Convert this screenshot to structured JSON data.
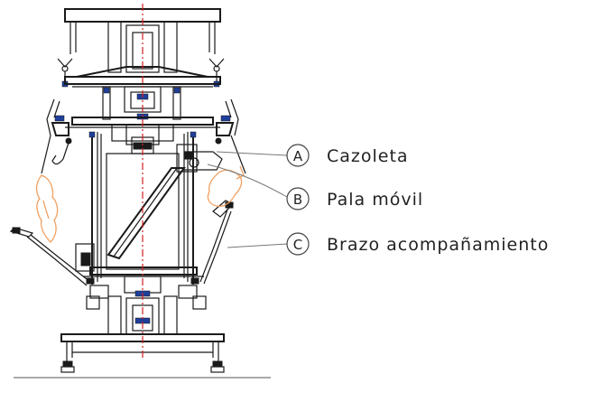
{
  "colors": {
    "line": "#1a1a1a",
    "axis": "#d32020",
    "bearing": "#1f3f9a",
    "product": "#f0a060",
    "leader": "#777777"
  },
  "callouts": [
    {
      "letter": "A",
      "label": "Cazoleta"
    },
    {
      "letter": "B",
      "label": "Pala móvil"
    },
    {
      "letter": "C",
      "label": "Brazo acompañamiento"
    }
  ]
}
